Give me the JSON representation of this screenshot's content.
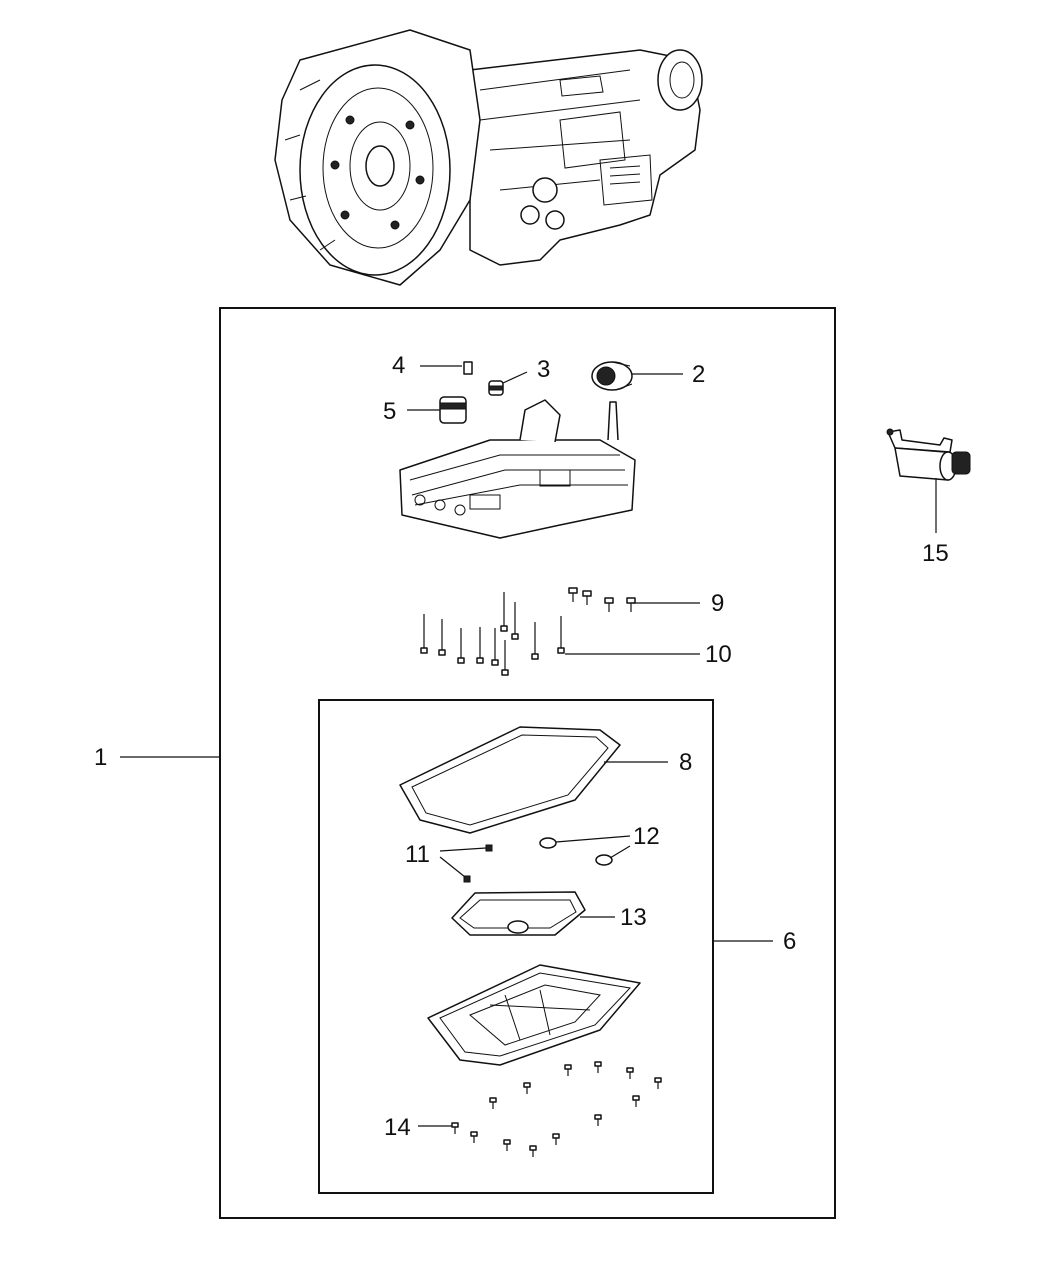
{
  "callouts": {
    "c1": "1",
    "c2": "2",
    "c3": "3",
    "c4": "4",
    "c5": "5",
    "c6": "6",
    "c8": "8",
    "c9": "9",
    "c10": "10",
    "c11": "11",
    "c12": "12",
    "c13": "13",
    "c14": "14",
    "c15": "15"
  }
}
